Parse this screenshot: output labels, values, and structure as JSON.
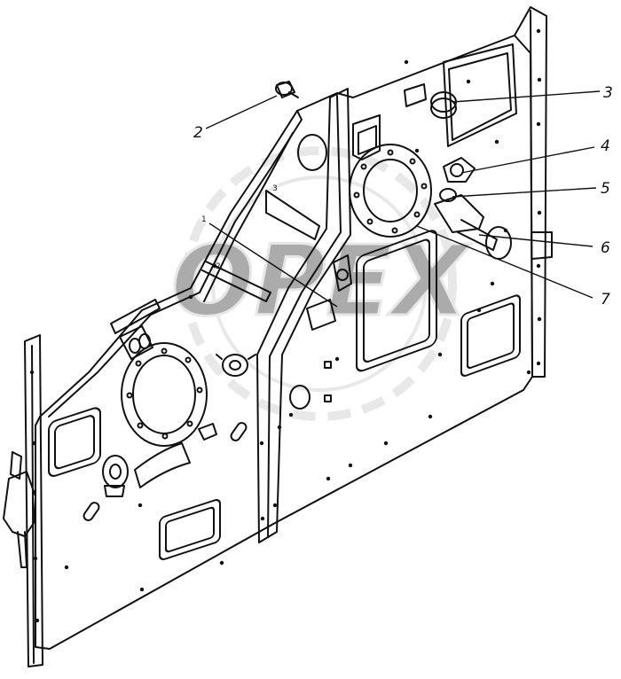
{
  "diagram": {
    "callouts": [
      {
        "id": "1",
        "label": "1"
      },
      {
        "id": "2",
        "label": "2"
      },
      {
        "id": "3",
        "label": "3"
      },
      {
        "id": "4",
        "label": "4"
      },
      {
        "id": "5",
        "label": "5"
      },
      {
        "id": "6",
        "label": "6"
      },
      {
        "id": "7",
        "label": "7"
      }
    ],
    "inline_marks": [
      "3",
      "2"
    ],
    "watermark": "OPEX"
  },
  "colors": {
    "line": "#111111",
    "paper": "#ffffff",
    "watermark": "#bfbfbf"
  }
}
